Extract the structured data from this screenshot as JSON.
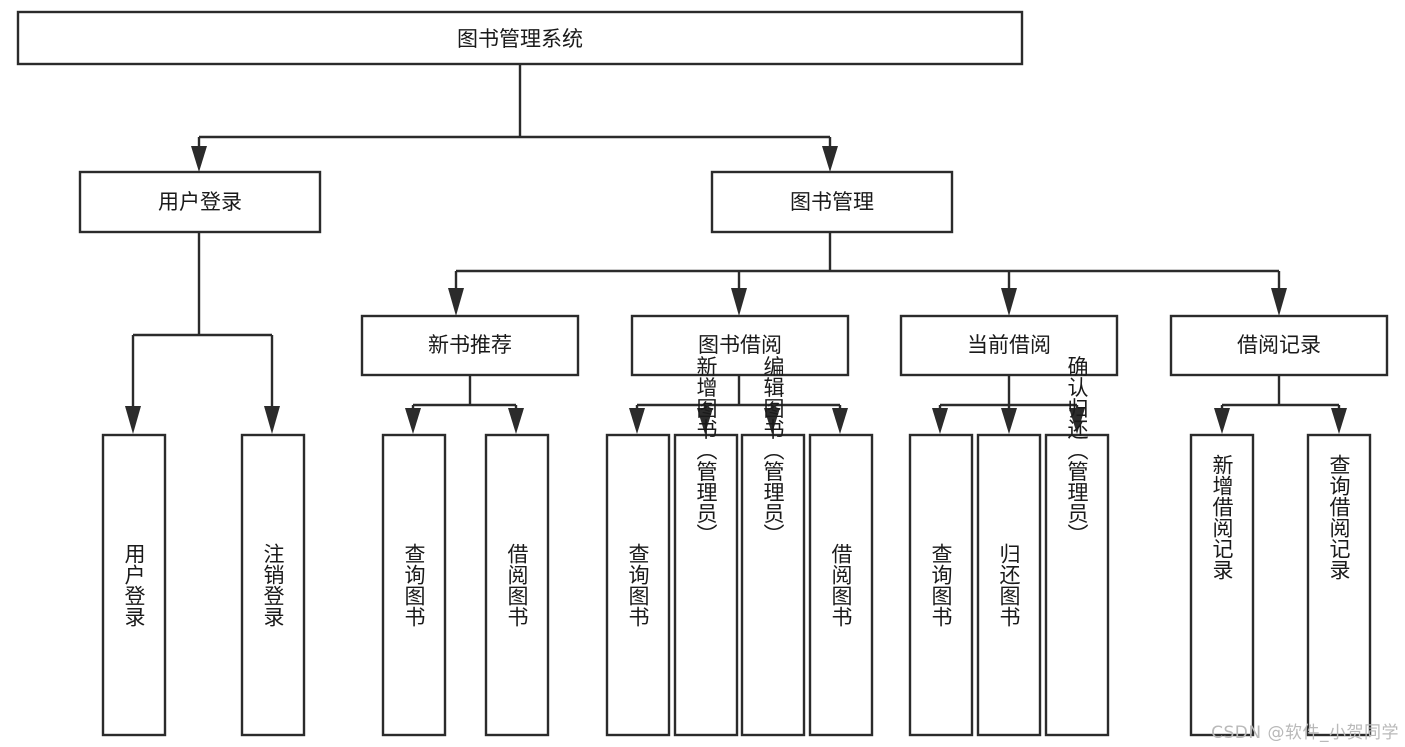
{
  "diagram": {
    "type": "tree-hierarchy",
    "title": "图书管理系统",
    "watermark": "CSDN @软件_小贺同学",
    "colors": {
      "border": "#2b2b2b",
      "fill": "#ffffff",
      "text": "#1a1a1a",
      "watermark": "#b9b9b9",
      "background": "#ffffff"
    },
    "levels": [
      {
        "level": 1,
        "nodes": [
          {
            "id": "root",
            "label": "图书管理系统",
            "orientation": "horizontal"
          }
        ]
      },
      {
        "level": 2,
        "nodes": [
          {
            "id": "user-login",
            "label": "用户登录",
            "orientation": "horizontal",
            "parent": "root"
          },
          {
            "id": "book-manage",
            "label": "图书管理",
            "orientation": "horizontal",
            "parent": "root"
          }
        ]
      },
      {
        "level": 3,
        "nodes": [
          {
            "id": "new-book-recommend",
            "label": "新书推荐",
            "orientation": "horizontal",
            "parent": "book-manage"
          },
          {
            "id": "book-borrow",
            "label": "图书借阅",
            "orientation": "horizontal",
            "parent": "book-manage"
          },
          {
            "id": "current-borrow",
            "label": "当前借阅",
            "orientation": "horizontal",
            "parent": "book-manage"
          },
          {
            "id": "borrow-record",
            "label": "借阅记录",
            "orientation": "horizontal",
            "parent": "book-manage"
          }
        ]
      },
      {
        "level": 4,
        "nodes": [
          {
            "id": "leaf-user-login",
            "label": "用户登录",
            "orientation": "vertical",
            "parent": "user-login"
          },
          {
            "id": "leaf-logout-login",
            "label": "注销登录",
            "orientation": "vertical",
            "parent": "user-login"
          },
          {
            "id": "leaf-query-book-1",
            "label": "查询图书",
            "orientation": "vertical",
            "parent": "new-book-recommend"
          },
          {
            "id": "leaf-borrow-book-1",
            "label": "借阅图书",
            "orientation": "vertical",
            "parent": "new-book-recommend"
          },
          {
            "id": "leaf-query-book-2",
            "label": "查询图书",
            "orientation": "vertical",
            "parent": "book-borrow"
          },
          {
            "id": "leaf-add-book",
            "label": "新增图书（管理员）",
            "orientation": "vertical",
            "parent": "book-borrow"
          },
          {
            "id": "leaf-edit-book",
            "label": "编辑图书（管理员）",
            "orientation": "vertical",
            "parent": "book-borrow"
          },
          {
            "id": "leaf-borrow-book-2",
            "label": "借阅图书",
            "orientation": "vertical",
            "parent": "book-borrow"
          },
          {
            "id": "leaf-query-book-3",
            "label": "查询图书",
            "orientation": "vertical",
            "parent": "current-borrow"
          },
          {
            "id": "leaf-return-book",
            "label": "归还图书",
            "orientation": "vertical",
            "parent": "current-borrow"
          },
          {
            "id": "leaf-confirm-return",
            "label": "确认归还（管理员）",
            "orientation": "vertical",
            "parent": "current-borrow"
          },
          {
            "id": "leaf-add-record",
            "label": "新增借阅记录",
            "orientation": "vertical",
            "parent": "borrow-record"
          },
          {
            "id": "leaf-query-record",
            "label": "查询借阅记录",
            "orientation": "vertical",
            "parent": "borrow-record"
          }
        ]
      }
    ],
    "labels": {
      "root": "图书管理系统",
      "user_login": "用户登录",
      "book_manage": "图书管理",
      "new_book_recommend": "新书推荐",
      "book_borrow": "图书借阅",
      "current_borrow": "当前借阅",
      "borrow_record": "借阅记录",
      "leaf_user_login": "用户登录",
      "leaf_logout_login": "注销登录",
      "leaf_query_book_1": "查询图书",
      "leaf_borrow_book_1": "借阅图书",
      "leaf_query_book_2": "查询图书",
      "leaf_add_book": "新增图书（管理员）",
      "leaf_edit_book": "编辑图书（管理员）",
      "leaf_borrow_book_2": "借阅图书",
      "leaf_query_book_3": "查询图书",
      "leaf_return_book": "归还图书",
      "leaf_confirm_return": "确认归还（管理员）",
      "leaf_add_record": "新增借阅记录",
      "leaf_query_record": "查询借阅记录"
    }
  }
}
